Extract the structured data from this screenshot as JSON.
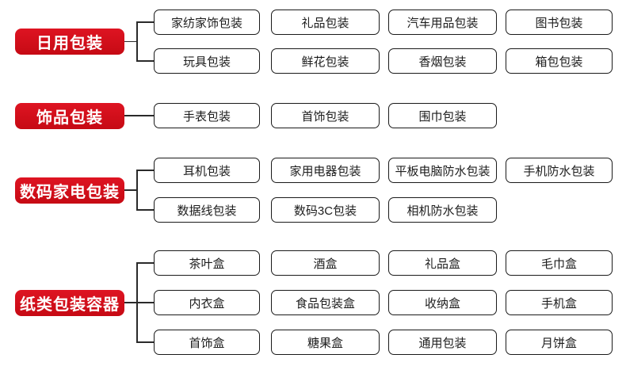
{
  "colors": {
    "category_red": "#c60a14",
    "category_red_light": "#de1422",
    "item_border": "#1a1a1a"
  },
  "categories": [
    {
      "label": "日用包装",
      "rows": [
        [
          "家纺家饰包装",
          "礼品包装",
          "汽车用品包装",
          "图书包装"
        ],
        [
          "玩具包装",
          "鲜花包装",
          "香烟包装",
          "箱包包装"
        ]
      ]
    },
    {
      "label": "饰品包装",
      "rows": [
        [
          "手表包装",
          "首饰包装",
          "围巾包装"
        ]
      ]
    },
    {
      "label": "数码家电包装",
      "rows": [
        [
          "耳机包装",
          "家用电器包装",
          "平板电脑防水包装",
          "手机防水包装"
        ],
        [
          "数据线包装",
          "数码3C包装",
          "相机防水包装"
        ]
      ]
    },
    {
      "label": "纸类包装容器",
      "rows": [
        [
          "茶叶盒",
          "酒盒",
          "礼品盒",
          "毛巾盒"
        ],
        [
          "内衣盒",
          "食品包装盒",
          "收纳盒",
          "手机盒"
        ],
        [
          "首饰盒",
          "糖果盒",
          "通用包装",
          "月饼盒"
        ]
      ]
    }
  ]
}
